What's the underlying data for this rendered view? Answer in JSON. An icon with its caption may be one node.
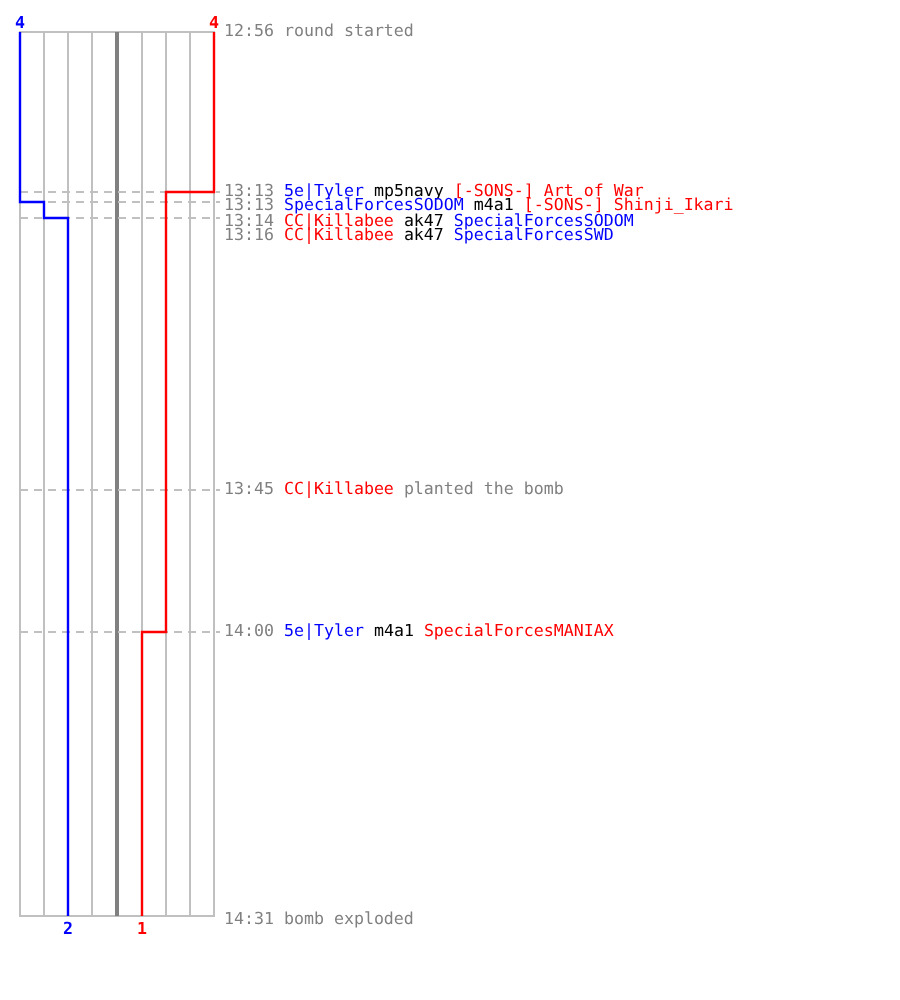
{
  "diagram": {
    "labels": [
      "4",
      "4",
      "12:56",
      "round started",
      "13:13",
      "5e|Tyler",
      "mp5navy",
      "[-SONS-] Art of War",
      "13:13",
      "SpecialForcesSODOM",
      "m4a1",
      "[-SONS-] Shinji_Ikari",
      "13:14",
      "CC|Killabee",
      "ak47",
      "SpecialForcesSODOM",
      "13:16",
      "CC|Killabee",
      "ak47",
      "SpecialForcesSWD",
      "13:45",
      "CC|Killabee",
      "planted the bomb",
      "14:00",
      "5e|Tyler",
      "m4a1",
      "SpecialForcesMANIAX",
      "2",
      "1",
      "14:31",
      "bomb exploded"
    ]
  }
}
